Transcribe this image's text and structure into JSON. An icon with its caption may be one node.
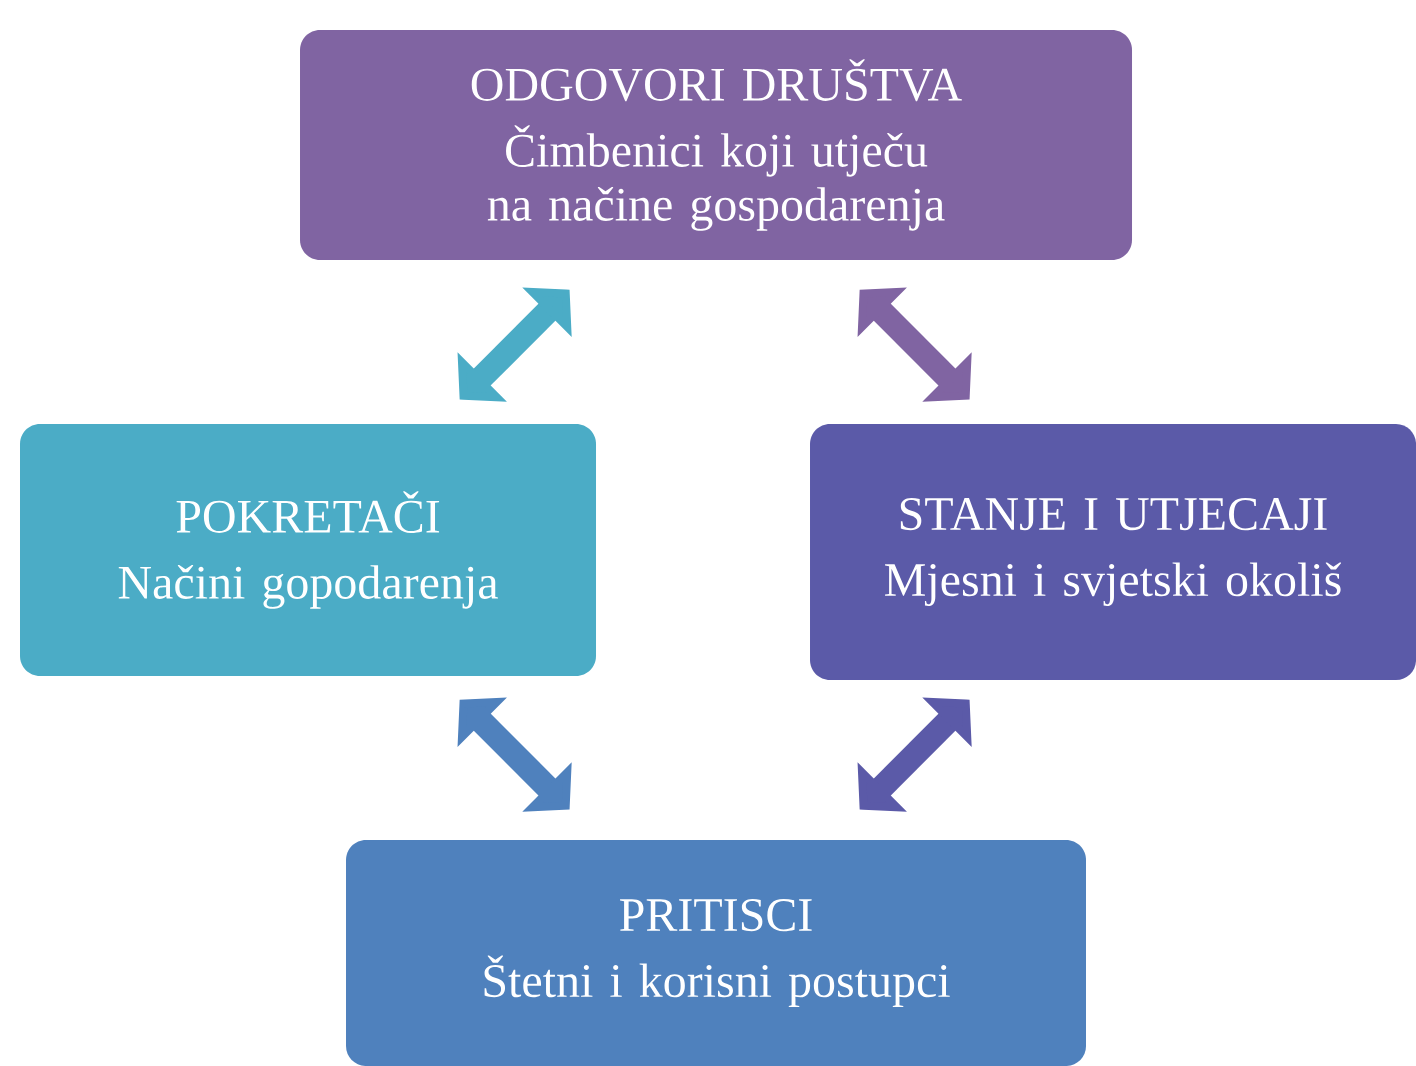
{
  "diagram": {
    "nodes": [
      {
        "text": [
          "ODGOVORI DRUŠTVA",
          "Čimbenici koji utječu na načine gospodarenja"
        ]
      },
      {
        "text": [
          "POKRETAČI",
          "Načini gopodarenja"
        ]
      },
      {
        "text": [
          "STANJE I UTJECAJI",
          "Mjesni i svjetski okoliš"
        ]
      },
      {
        "text": [
          "PRITISCI",
          "Štetni i korisni postupci"
        ]
      }
    ],
    "edges": [
      {
        "from": 0,
        "to": 1,
        "arrow": "both",
        "color": "#4bacc6"
      },
      {
        "from": 0,
        "to": 2,
        "arrow": "both",
        "color": "#8064a2"
      },
      {
        "from": 1,
        "to": 3,
        "arrow": "both",
        "color": "#4f81bd"
      },
      {
        "from": 2,
        "to": 3,
        "arrow": "both",
        "color": "#5b5aa8"
      }
    ]
  }
}
